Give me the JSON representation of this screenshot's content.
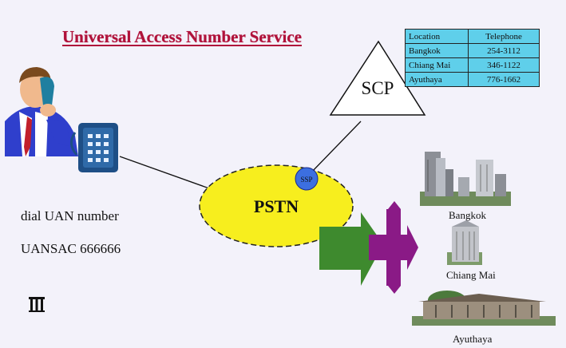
{
  "title": "Universal Access Number Service",
  "caller": {
    "dial_text": "dial UAN number",
    "code_text": "UANSAC  666666"
  },
  "network": {
    "scp_label": "SCP",
    "pstn_label": "PSTN",
    "ssp_label": "SSP"
  },
  "lookup_table": {
    "headers": [
      "Location",
      "Telephone"
    ],
    "rows": [
      [
        "Bangkok",
        "254-3112"
      ],
      [
        "Chiang Mai",
        "346-1122"
      ],
      [
        "Ayuthaya",
        "776-1662"
      ]
    ]
  },
  "destinations": [
    "Bangkok",
    "Chiang Mai",
    "Ayuthaya"
  ],
  "colors": {
    "title": "#b0123a",
    "pstn_fill": "#f7ee1e",
    "ssp_fill": "#3c6fe0",
    "table_fill": "#5fcfea",
    "arrow_green": "#3e8a2e",
    "arrow_purple": "#8a1a86"
  }
}
